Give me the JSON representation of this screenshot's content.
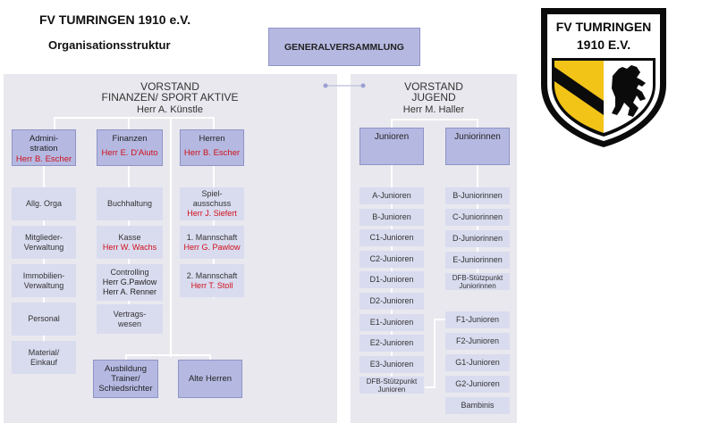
{
  "header": {
    "club_name": "FV TUMRINGEN 1910 e.V.",
    "subtitle": "Organisationsstruktur",
    "top_box": "GENERALVERSAMMLUNG"
  },
  "logo": {
    "line1": "FV TUMRINGEN",
    "line2": "1910 E.V.",
    "colors": {
      "black": "#0b0b0b",
      "yellow": "#f2c418",
      "white": "#ffffff"
    },
    "icon": "bear-shield-icon"
  },
  "left": {
    "title1": "VORSTAND",
    "title2": "FINANZEN/ SPORT AKTIVE",
    "person": "Herr A. Künstle",
    "columns": [
      {
        "label_lines": [
          "Admini-",
          "stration"
        ],
        "person": "Herr B. Escher",
        "items": [
          {
            "lines": [
              "Allg. Orga"
            ]
          },
          {
            "lines": [
              "Mitglieder-",
              "Verwaltung"
            ]
          },
          {
            "lines": [
              "Immobilien-",
              "Verwaltung"
            ]
          },
          {
            "lines": [
              "Personal"
            ]
          },
          {
            "lines": [
              "Material/",
              "Einkauf"
            ]
          }
        ]
      },
      {
        "label_lines": [
          "Finanzen"
        ],
        "person": "Herr E. D'Aiuto",
        "items": [
          {
            "lines": [
              "Buchhaltung"
            ]
          },
          {
            "lines": [
              "Kasse"
            ],
            "red": "Herr W. Wachs"
          },
          {
            "lines": [
              "Controlling",
              "Herr G.Pawlow",
              "Herr A. Renner"
            ]
          },
          {
            "lines": [
              "Vertrags-",
              "wesen"
            ]
          }
        ]
      },
      {
        "label_lines": [
          "Herren"
        ],
        "person": "Herr B. Escher",
        "items": [
          {
            "lines": [
              "Spiel-",
              "ausschuss"
            ],
            "red": "Herr J. Siefert"
          },
          {
            "lines": [
              "1. Mannschaft"
            ],
            "red": "Herr G. Pawlow"
          },
          {
            "lines": [
              "2. Mannschaft"
            ],
            "red": "Herr T. Stoll"
          }
        ]
      }
    ],
    "bottom": [
      {
        "lines": [
          "Ausbildung",
          "Trainer/",
          "Schiedsrichter"
        ]
      },
      {
        "lines": [
          "Alte Herren"
        ]
      }
    ]
  },
  "right": {
    "title1": "VORSTAND",
    "title2": "JUGEND",
    "person": "Herr M. Haller",
    "junioren_label": "Junioren",
    "juniorinnen_label": "Juniorinnen",
    "junioren": [
      "A-Junioren",
      "B-Junioren",
      "C1-Junioren",
      "C2-Junioren",
      "D1-Junioren",
      "D2-Junioren",
      "E1-Junioren",
      "E2-Junioren",
      "E3-Junioren",
      "DFB-Stützpunkt\nJunioren"
    ],
    "juniorinnen": [
      "B-Juniorinnen",
      "C-Juniorinnen",
      "D-Juniorinnen",
      "E-Juniorinnen",
      "DFB-Stützpunkt\nJuniorinnen"
    ],
    "small": [
      "F1-Junioren",
      "F2-Junioren",
      "G1-Junioren",
      "G2-Junioren",
      "Bambinis"
    ]
  }
}
